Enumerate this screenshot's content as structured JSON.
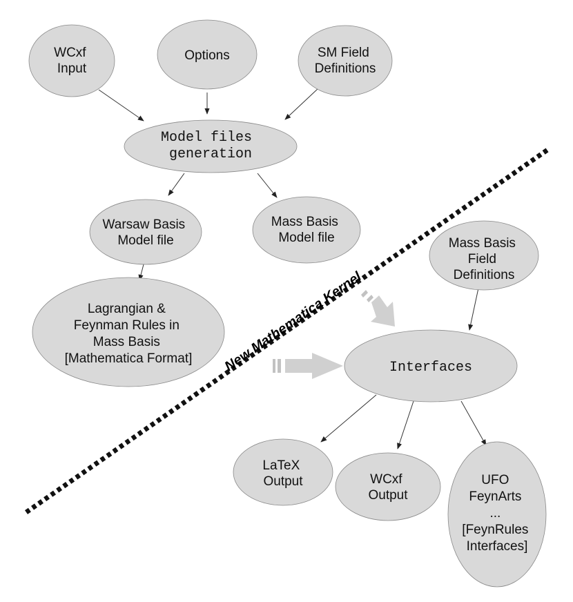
{
  "nodes": {
    "wcxf_input": [
      "WCxf",
      "Input"
    ],
    "options": [
      "Options"
    ],
    "sm_field_definitions": [
      "SM Field",
      "Definitions"
    ],
    "model_files_generation": [
      "Model files",
      "generation"
    ],
    "warsaw_basis_model_file": [
      "Warsaw Basis",
      "Model file"
    ],
    "mass_basis_model_file": [
      "Mass Basis",
      "Model file"
    ],
    "lagrangian_feynman_rules": [
      "Lagrangian &",
      "Feynman Rules in",
      "Mass Basis",
      "[Mathematica Format]"
    ],
    "mass_basis_field_definitions": [
      "Mass Basis",
      "Field",
      "Definitions"
    ],
    "interfaces": [
      "Interfaces"
    ],
    "latex_output": [
      "LaTeX",
      "Output"
    ],
    "wcxf_output": [
      "WCxf",
      "Output"
    ],
    "ufo_feynarts": [
      "UFO",
      "FeynArts",
      "...",
      "[FeynRules",
      "Interfaces]"
    ]
  },
  "divider_label": "New Mathematica Kernel",
  "colors": {
    "node_fill": "#d9d9d9",
    "node_stroke": "#888888",
    "edge": "#333333",
    "divider": "#111111",
    "big_arrow": "#d0d0d0"
  }
}
